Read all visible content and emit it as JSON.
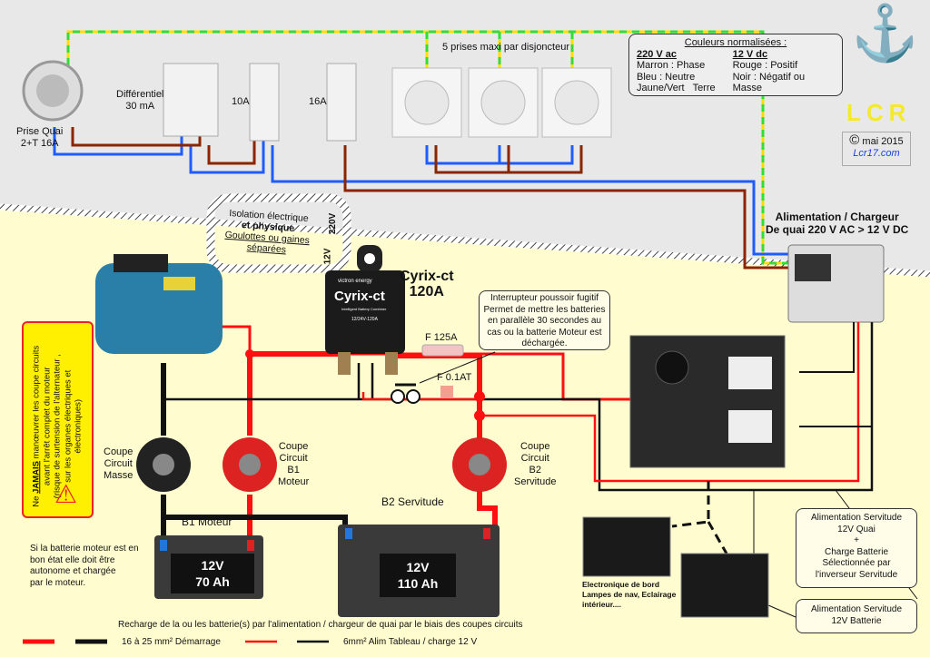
{
  "top": {
    "prise_quai": [
      "Prise Quai",
      "2+T 16A"
    ],
    "differentiel": [
      "Différentiel",
      "30 mA"
    ],
    "breaker_10": "10A",
    "breaker_16": "16A",
    "prises": "5 prises maxi par disjoncteur"
  },
  "legend": {
    "title": "Couleurs normalisées :",
    "ac_title": "220 V ac",
    "ac_items": [
      "Marron : Phase",
      "Bleu : Neutre",
      "Jaune/Vert   Terre"
    ],
    "dc_title": "12 V dc",
    "dc_items": [
      "Rouge : Positif",
      "Noir : Négatif ou Masse"
    ]
  },
  "logo": {
    "text": "LCR",
    "copyright": "©",
    "date": "mai 2015",
    "site": "Lcr17.com",
    "color": "#f5ea2a"
  },
  "charger": {
    "title": [
      "Alimentation / Chargeur",
      "De quai 220 V AC > 12 V DC"
    ]
  },
  "isolation": {
    "lines": [
      "Isolation électrique",
      "et physique",
      "Goulottes ou gaines",
      "séparées"
    ],
    "v220": "220V",
    "v12": "12V"
  },
  "cyrix": {
    "label": [
      "Cyrix-ct",
      "120A"
    ],
    "brand": "victron energy",
    "name": "Cyrix-ct",
    "sub": "Intelligent Battery Combiner",
    "rating": "12/24V-120A"
  },
  "switch_note": [
    "Interrupteur poussoir fugitif",
    "Permet de mettre les batteries",
    "en parallèle 30 secondes au",
    "cas ou la batterie Moteur est",
    "déchargée."
  ],
  "fuses": {
    "main": "F 125A",
    "small": "F 0.1AT"
  },
  "warning": {
    "prefix": "Ne ",
    "jamais": "JAMAIS",
    "text": " manœuvrer les coupe circuits",
    "lines": [
      "avant l'arrêt complet du moteur",
      "(risque de surtension de l'alternateur ,",
      "sur les organes électriques et",
      "électroniques)"
    ]
  },
  "cutoffs": {
    "masse": [
      "Coupe",
      "Circuit",
      "Masse"
    ],
    "b1": [
      "Coupe",
      "Circuit",
      "B1",
      "Moteur"
    ],
    "b2": [
      "Coupe",
      "Circuit",
      "B2",
      "Servitude"
    ]
  },
  "batteries": {
    "b1_label": "B1 Moteur",
    "b2_label": "B2 Servitude",
    "b1": [
      "12V",
      "70 Ah"
    ],
    "b2": [
      "12V",
      "110 Ah"
    ]
  },
  "note_b1": [
    "Si la batterie moteur est en",
    "bon état elle doit être",
    "autonome et chargée",
    "par le moteur."
  ],
  "recharge": "Recharge de la ou les batterie(s) par l'alimentation  / chargeur de quai par le biais des coupes circuits",
  "electronics": [
    "Electronique de bord",
    "Lampes de nav, Eclairage",
    "intérieur...."
  ],
  "servitude_quai": [
    "Alimentation Servitude",
    "12V Quai",
    "+",
    "Charge Batterie",
    "Sélectionnée par",
    "l'inverseur Servitude"
  ],
  "servitude_batt": [
    "Alimentation Servitude",
    "12V Batterie"
  ],
  "wire_legend": {
    "thick": "16 à 25 mm² Démarrage",
    "thin": "6mm² Alim Tableau / charge 12 V"
  },
  "colors": {
    "phase": "#8b2500",
    "neutral": "#1e5cff",
    "earth": "#33dd33",
    "positive": "#ff1010",
    "negative": "#111111",
    "background_ac": "#e8e8e8",
    "background_dc": "#fffdd0"
  }
}
